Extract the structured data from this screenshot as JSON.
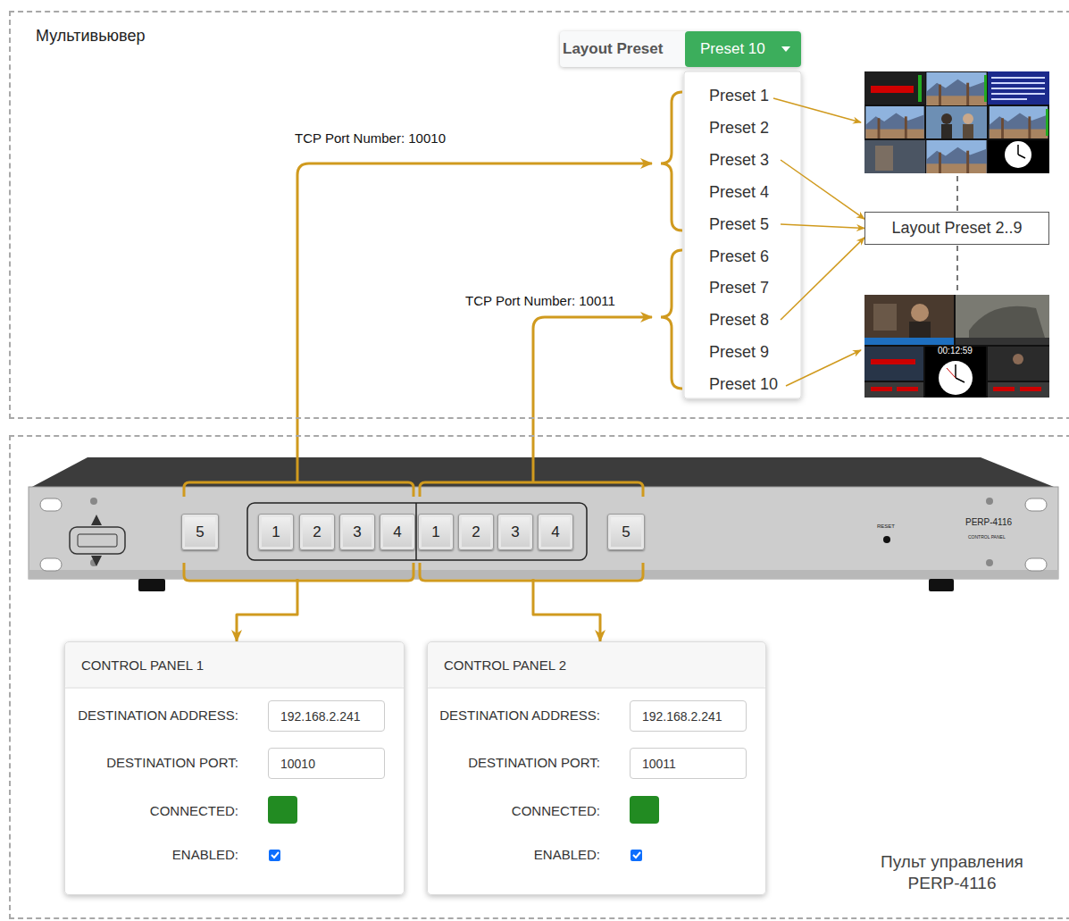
{
  "diagram": {
    "nodes": [
      {
        "text": [
          "Мультивьювер"
        ]
      },
      {
        "text": [
          "Layout Preset"
        ],
        "in": 0
      },
      {
        "text": [
          "Preset 10"
        ],
        "in": 1
      },
      {
        "text": [
          "Preset 1"
        ],
        "in": 0
      },
      {
        "text": [
          "Preset 2"
        ],
        "in": 0
      },
      {
        "text": [
          "Preset 3"
        ],
        "in": 0
      },
      {
        "text": [
          "Preset 4"
        ],
        "in": 0
      },
      {
        "text": [
          "Preset 5"
        ],
        "in": 0
      },
      {
        "text": [
          "Preset 6"
        ],
        "in": 0
      },
      {
        "text": [
          "Preset 7"
        ],
        "in": 0
      },
      {
        "text": [
          "Preset 8"
        ],
        "in": 0
      },
      {
        "text": [
          "Preset 9"
        ],
        "in": 0
      },
      {
        "text": [
          "Preset 10"
        ],
        "in": 0
      },
      {
        "text": [
          "Layout Preset 2..9"
        ],
        "in": 0
      },
      {
        "text": [
          "Пульт управления PERP-4116"
        ]
      },
      {
        "text": [
          "RESET",
          "PERP-4116",
          "CONTROL PANEL"
        ],
        "in": 14
      },
      {
        "text": [
          "5"
        ],
        "in": 15
      },
      {
        "text": [
          "1"
        ],
        "in": 15
      },
      {
        "text": [
          "2"
        ],
        "in": 15
      },
      {
        "text": [
          "3"
        ],
        "in": 15
      },
      {
        "text": [
          "4"
        ],
        "in": 15
      },
      {
        "text": [
          "1"
        ],
        "in": 15
      },
      {
        "text": [
          "2"
        ],
        "in": 15
      },
      {
        "text": [
          "3"
        ],
        "in": 15
      },
      {
        "text": [
          "4"
        ],
        "in": 15
      },
      {
        "text": [
          "5"
        ],
        "in": 15
      },
      {
        "text": [
          "CONTROL PANEL 1",
          "DESTINATION ADDRESS:",
          "DESTINATION PORT:",
          "CONNECTED:",
          "ENABLED:"
        ],
        "in": 14
      },
      {
        "text": [
          "192.168.2.241"
        ],
        "in": 26
      },
      {
        "text": [
          "10010"
        ],
        "in": 26
      },
      {
        "text": [
          "CONTROL PANEL 2",
          "DESTINATION ADDRESS:",
          "DESTINATION PORT:",
          "CONNECTED:",
          "ENABLED:"
        ],
        "in": 14
      },
      {
        "text": [
          "192.168.2.241"
        ],
        "in": 29
      },
      {
        "text": [
          "10011"
        ],
        "in": 29
      }
    ],
    "edges": [
      {
        "from": 5,
        "to": 13,
        "arrow": "to"
      },
      {
        "from": 7,
        "to": 13,
        "arrow": "to"
      },
      {
        "from": 10,
        "to": 13,
        "arrow": "to"
      },
      {
        "from": 15,
        "to": 26,
        "arrow": "to"
      },
      {
        "from": 15,
        "to": 29,
        "arrow": "to"
      }
    ],
    "labels": [
      "TCP Port Number: 10010",
      "TCP Port Number: 10011",
      "00:12:59"
    ]
  }
}
